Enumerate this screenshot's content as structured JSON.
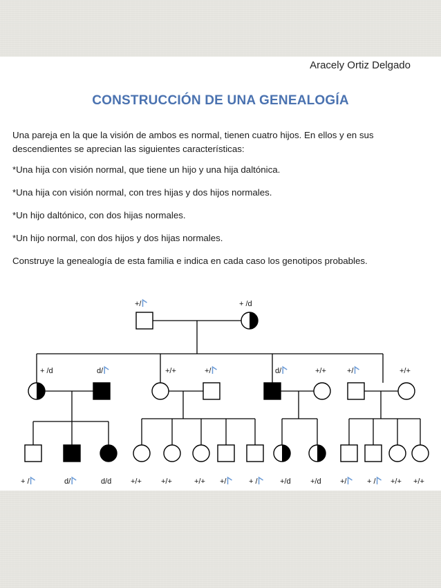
{
  "author": "Aracely Ortiz Delgado",
  "title": "CONSTRUCCIÓN DE UNA GENEALOGÍA",
  "intro_line1": "Una pareja en la que la visión de ambos es normal, tienen cuatro hijos. En ellos y en sus",
  "intro_line2": "descendientes se aprecian las siguientes características:",
  "items": [
    "*Una hija con visión normal, que tiene un hijo y una hija daltónica.",
    "*Una hija con visión normal, con tres hijas y dos  hijos normales.",
    "*Un hijo daltónico, con dos hijas normales.",
    "*Un hijo normal, con dos hijos y dos hijas normales."
  ],
  "instruction": "Construye  la genealogía de esta familia e indica en cada caso los genotipos probables.",
  "colors": {
    "title": "#4a72b0",
    "y_chromosome_mark": "#6a9ad6",
    "affected": "#000000"
  },
  "pedigree": {
    "gen1": [
      {
        "sex": "male",
        "status": "normal",
        "genotype": "+/"
      },
      {
        "sex": "female",
        "status": "carrier",
        "genotype": "+ /d"
      }
    ],
    "gen2": [
      {
        "sex": "female",
        "status": "carrier",
        "genotype": "+ /d"
      },
      {
        "sex": "male",
        "status": "affected",
        "genotype": "d/"
      },
      {
        "sex": "female",
        "status": "normal",
        "genotype": "+/+"
      },
      {
        "sex": "male",
        "status": "normal",
        "genotype": "+/"
      },
      {
        "sex": "male",
        "status": "affected",
        "genotype": "d/"
      },
      {
        "sex": "female",
        "status": "normal",
        "genotype": "+/+"
      },
      {
        "sex": "male",
        "status": "normal",
        "genotype": "+/"
      },
      {
        "sex": "female",
        "status": "normal",
        "genotype": "+/+"
      }
    ],
    "gen3": [
      {
        "sex": "male",
        "status": "normal",
        "genotype": "+ /"
      },
      {
        "sex": "male",
        "status": "affected",
        "genotype": "d/"
      },
      {
        "sex": "female",
        "status": "affected",
        "genotype": "d/d"
      },
      {
        "sex": "female",
        "status": "normal",
        "genotype": "+/+"
      },
      {
        "sex": "female",
        "status": "normal",
        "genotype": "+/+"
      },
      {
        "sex": "female",
        "status": "normal",
        "genotype": "+/+"
      },
      {
        "sex": "male",
        "status": "normal",
        "genotype": "+/"
      },
      {
        "sex": "male",
        "status": "normal",
        "genotype": "+ /"
      },
      {
        "sex": "female",
        "status": "carrier",
        "genotype": "+/d"
      },
      {
        "sex": "female",
        "status": "carrier",
        "genotype": "+/d"
      },
      {
        "sex": "male",
        "status": "normal",
        "genotype": "+/"
      },
      {
        "sex": "male",
        "status": "normal",
        "genotype": "+ /"
      },
      {
        "sex": "female",
        "status": "normal",
        "genotype": "+/+"
      },
      {
        "sex": "female",
        "status": "normal",
        "genotype": "+/+"
      }
    ]
  }
}
